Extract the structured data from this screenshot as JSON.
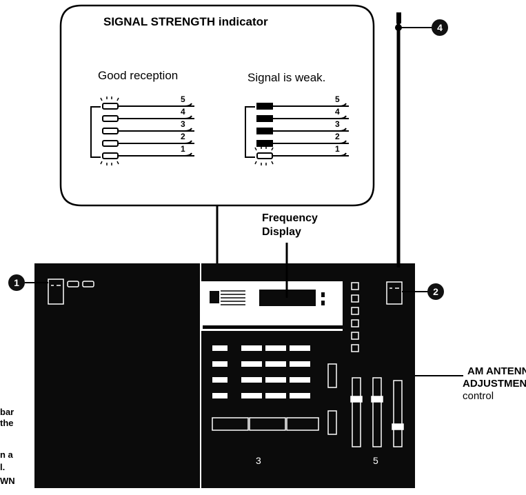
{
  "signal_panel": {
    "title": "SIGNAL STRENGTH indicator",
    "good_label": "Good reception",
    "weak_label": "Signal is weak.",
    "levels": [
      "5",
      "4",
      "3",
      "2",
      "1"
    ]
  },
  "labels": {
    "frequency_line1": "Frequency",
    "frequency_line2": "Display",
    "am_line1": "AM ANTENNA",
    "am_line2": "ADJUSTMENT",
    "am_line3": "control"
  },
  "cut_text": [
    "bar",
    "the",
    "n a",
    "l.",
    "WN"
  ],
  "callouts": [
    "1",
    "2",
    "4"
  ],
  "group_numbers": [
    "3",
    "5"
  ]
}
